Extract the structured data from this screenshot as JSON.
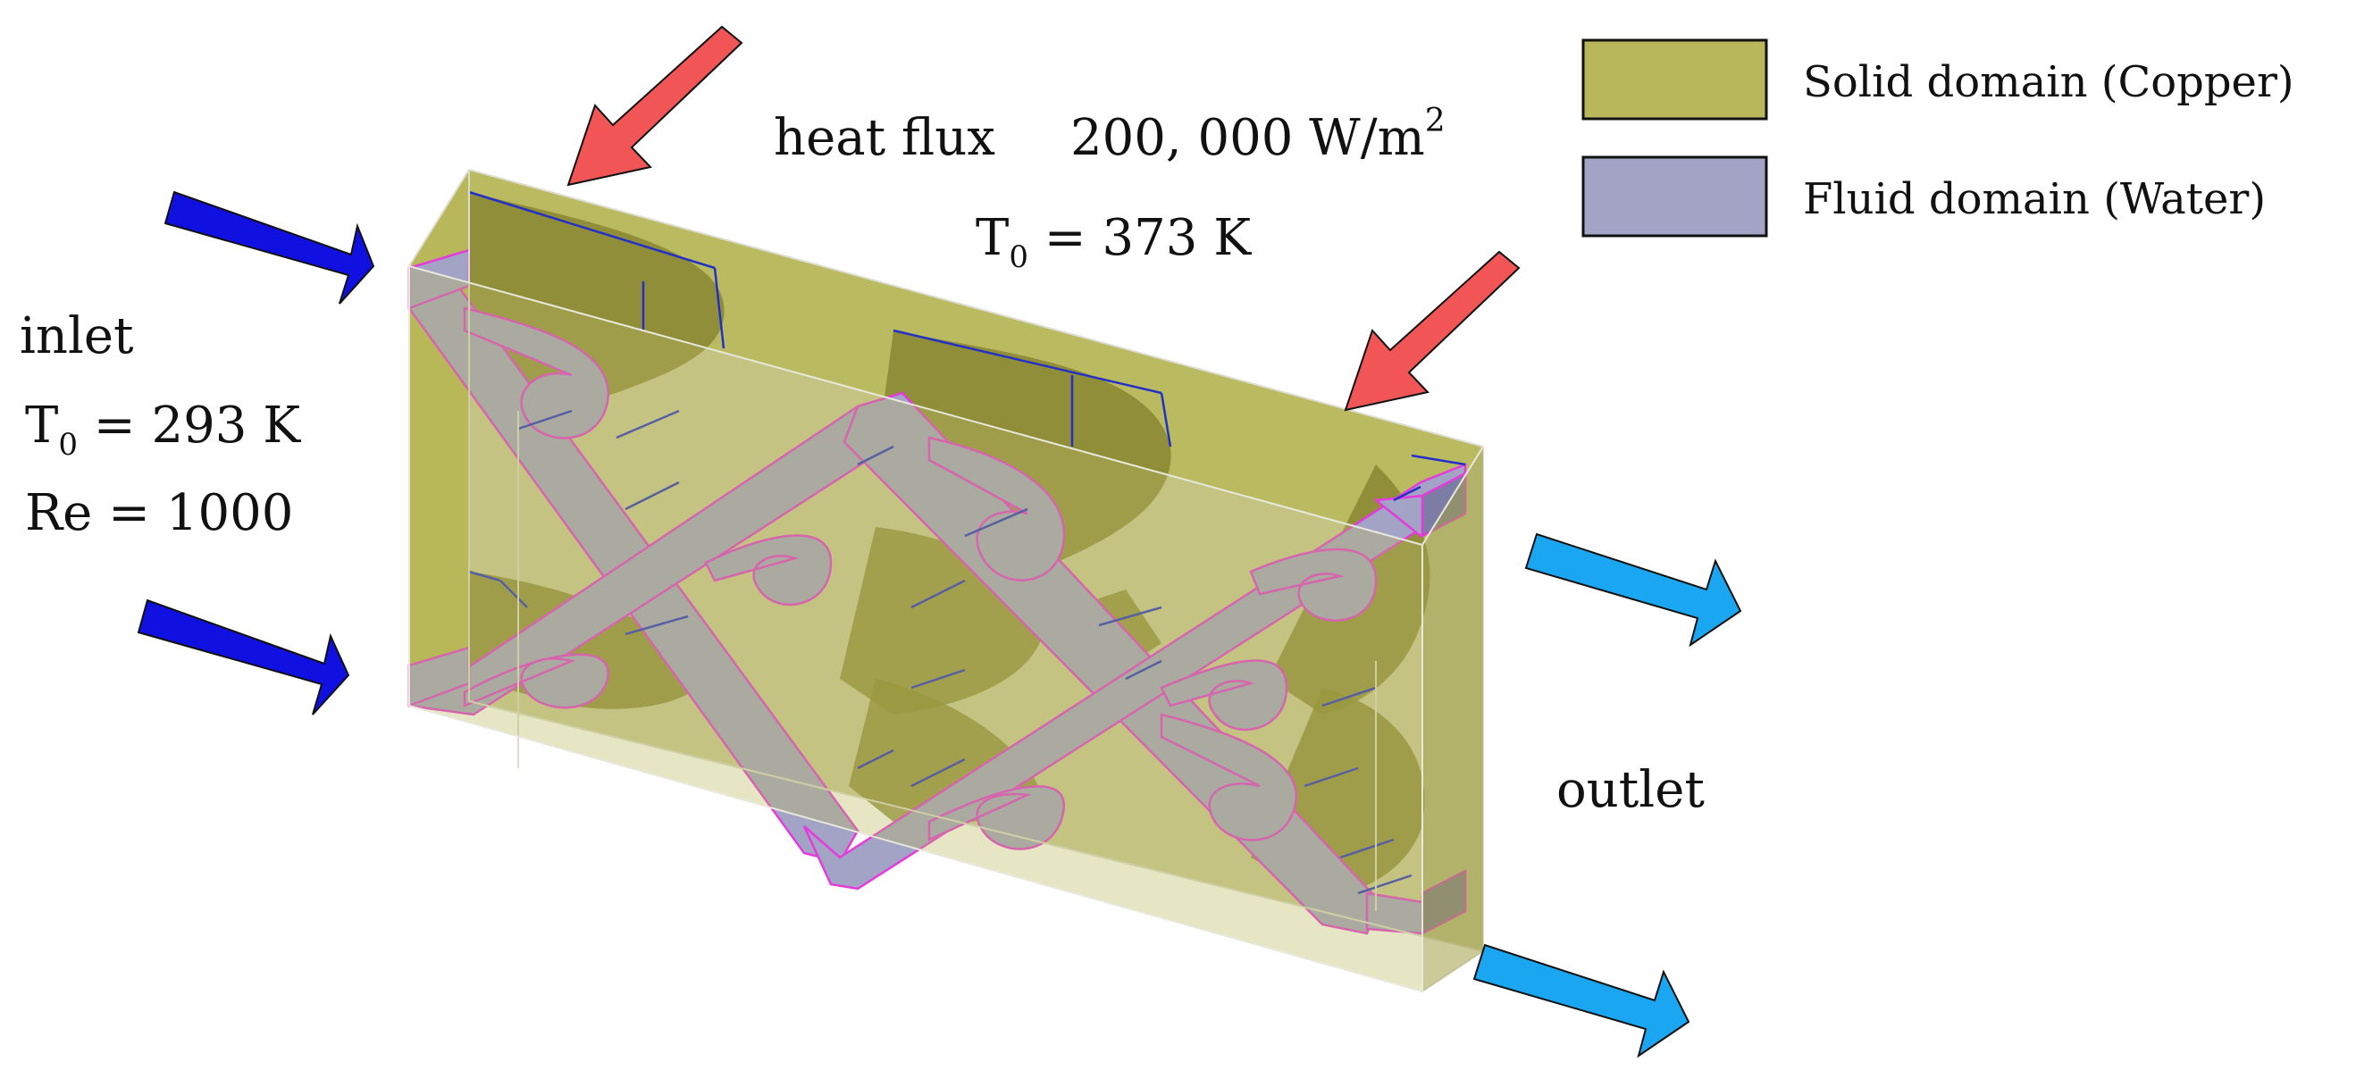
{
  "labels": {
    "heat_flux_prefix": "heat flux",
    "heat_flux_value": "200, 000 W/m",
    "heat_flux_exp": "2",
    "top_temp_var": "T",
    "top_temp_sub": "0",
    "top_temp_eq": " = 373 K",
    "inlet": "inlet",
    "inlet_temp_var": "T",
    "inlet_temp_sub": "0",
    "inlet_temp_eq": " = 293 K",
    "reynolds": "Re = 1000",
    "outlet": "outlet"
  },
  "legend": {
    "items": [
      {
        "label": "Solid domain (Copper)",
        "color": "#b8b85a"
      },
      {
        "label": "Fluid domain (Water)",
        "color": "#a3a3c6"
      }
    ]
  },
  "colors": {
    "solid": "#b8b85a",
    "solid_dark": "#8a8632",
    "solid_mid": "#a19e45",
    "fluid": "#a3a3c6",
    "fluid_dark": "#7c7ca4",
    "edge_blue": "#2330c8",
    "edge_magenta": "#e63adc",
    "heat_arrow": "#f25555",
    "inlet_arrow": "#1010e0",
    "outlet_arrow": "#1aa6f0"
  }
}
